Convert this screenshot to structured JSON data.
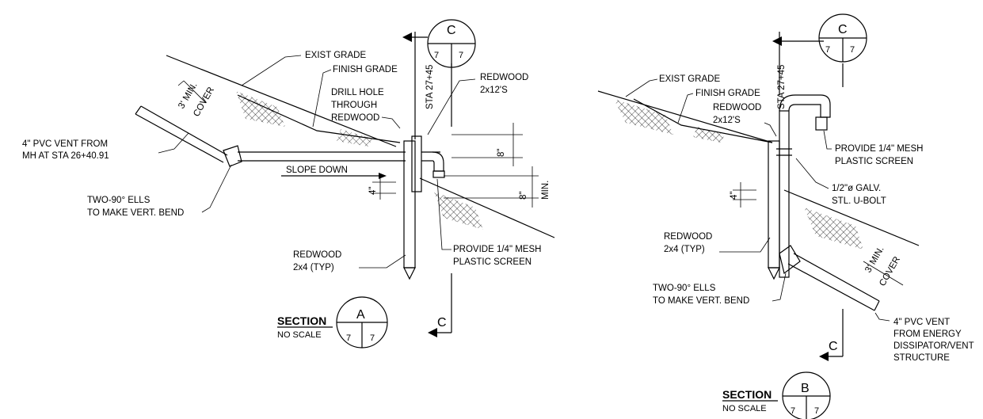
{
  "section_a": {
    "exist_grade": "EXIST GRADE",
    "finish_grade": "FINISH GRADE",
    "drill_hole": [
      "DRILL HOLE",
      "THROUGH",
      "REDWOOD"
    ],
    "station": "STA 27+45",
    "redwood_2x12": [
      "REDWOOD",
      "2x12'S"
    ],
    "vent_from": [
      "4\" PVC VENT FROM",
      "MH AT STA 26+40.91"
    ],
    "slope_down": "SLOPE DOWN",
    "two_ells": [
      "TWO-90° ELLS",
      "TO MAKE VERT. BEND"
    ],
    "redwood_2x4": [
      "REDWOOD",
      "2x4 (TYP)"
    ],
    "mesh": [
      "PROVIDE 1/4\" MESH",
      "PLASTIC SCREEN"
    ],
    "min_cover": [
      "3' MIN.",
      "COVER"
    ],
    "dim_8": "8\"",
    "dim_min": "MIN.",
    "dim_4": "4\"",
    "cut_letter": "C",
    "section_label": "SECTION",
    "scale": "NO SCALE",
    "letter": "A",
    "sheet_left": "7",
    "sheet_right": "7"
  },
  "section_b": {
    "exist_grade": "EXIST GRADE",
    "finish_grade": "FINISH GRADE",
    "redwood_2x12": [
      "REDWOOD",
      "2x12'S"
    ],
    "station": "STA 27+45",
    "mesh": [
      "PROVIDE 1/4\" MESH",
      "PLASTIC SCREEN"
    ],
    "ubolt": [
      "1/2\"ø GALV.",
      "STL. U-BOLT"
    ],
    "redwood_2x4": [
      "REDWOOD",
      "2x4 (TYP)"
    ],
    "two_ells": [
      "TWO-90° ELLS",
      "TO MAKE VERT. BEND"
    ],
    "vent_from": [
      "4\" PVC VENT",
      "FROM ENERGY",
      "DISSIPATOR/VENT",
      "STRUCTURE"
    ],
    "min_cover": [
      "3' MIN.",
      "COVER"
    ],
    "dim_4": "4\"",
    "cut_letter": "C",
    "section_label": "SECTION",
    "scale": "NO SCALE",
    "letter": "B",
    "sheet_left": "7",
    "sheet_right": "7"
  }
}
